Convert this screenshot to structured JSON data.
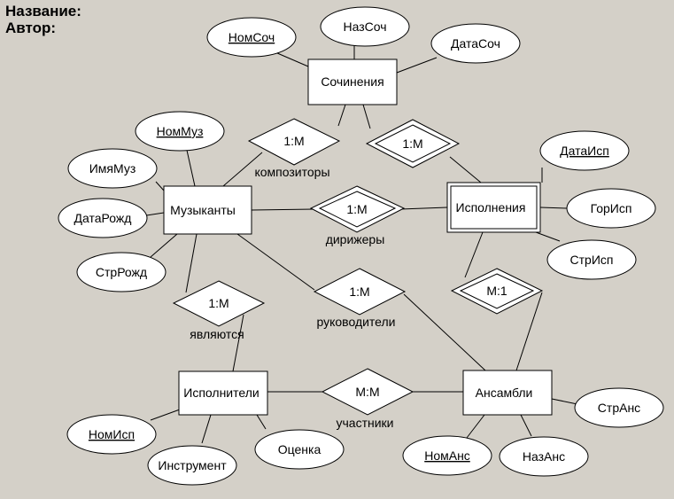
{
  "header": {
    "title_label": "Название:",
    "author_label": "Автор:"
  },
  "entities": {
    "compositions": "Сочинения",
    "musicians": "Музыканты",
    "performances": "Исполнения",
    "performers": "Исполнители",
    "ensembles": "Ансамбли"
  },
  "attributes": {
    "nomsoch": "НомСоч",
    "nazsoch": "НазСоч",
    "datasoch": "ДатаСоч",
    "nommuz": "НомМуз",
    "imyamuz": "ИмяМуз",
    "datarozhd": "ДатаРожд",
    "strrozhd": "СтрРожд",
    "dataisp": "ДатаИсп",
    "gorisp": "ГорИсп",
    "strisp": "СтрИсп",
    "nomisp": "НомИсп",
    "instrument": "Инструмент",
    "ocenka": "Оценка",
    "nomans": "НомАнс",
    "nazans": "НазАнс",
    "strans": "СтрАнс"
  },
  "relationships": {
    "composers": {
      "cardinality": "1:M",
      "label": "композиторы"
    },
    "conductors": {
      "cardinality": "1:M",
      "label": "дирижеры"
    },
    "are": {
      "cardinality": "1:M",
      "label": "являются"
    },
    "leaders": {
      "cardinality": "1:M",
      "label": "руководители"
    },
    "participants": {
      "cardinality": "M:M",
      "label": "участники"
    },
    "comp_perf": {
      "cardinality": "1:M"
    },
    "perf_ens": {
      "cardinality": "M:1"
    }
  }
}
